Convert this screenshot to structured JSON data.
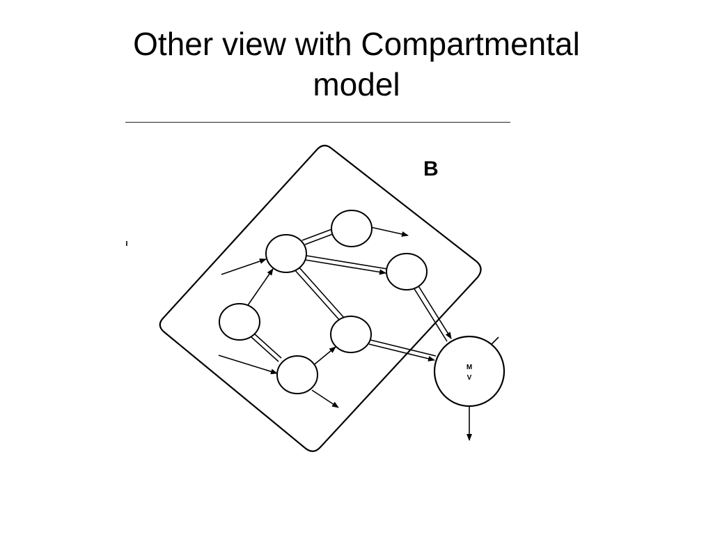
{
  "slide": {
    "title_line1": "Other view with Compartmental",
    "title_line2": "model"
  },
  "figure": {
    "panel_label": "B",
    "node_label_top": "M",
    "node_label_bottom": "V"
  },
  "colors": {
    "background": "#ffffff",
    "ink": "#000000"
  }
}
